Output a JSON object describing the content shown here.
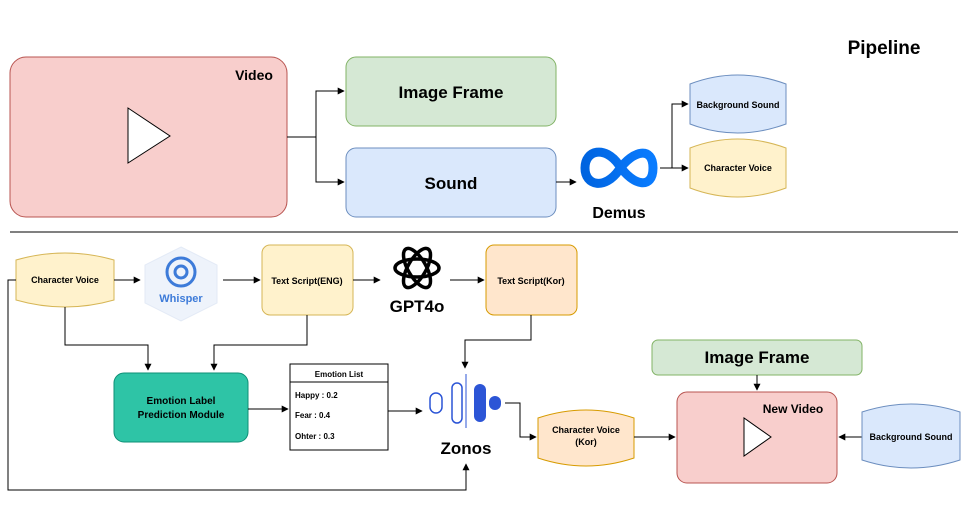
{
  "title": "Pipeline",
  "top": {
    "video_label": "Video",
    "image_frame": "Image Frame",
    "sound": "Sound",
    "demus": "Demus",
    "background_sound": "Background Sound",
    "character_voice": "Character Voice"
  },
  "bottom": {
    "character_voice": "Character Voice",
    "whisper": "Whisper",
    "text_script_eng": "Text Script(ENG)",
    "gpt4o": "GPT4o",
    "text_script_kor": "Text Script(Kor)",
    "emotion_module_line1": "Emotion Label",
    "emotion_module_line2": "Prediction Module",
    "emotion_list": {
      "title": "Emotion List",
      "items": [
        "Happy : 0.2",
        "Fear : 0.4",
        "Ohter : 0.3"
      ]
    },
    "zonos": "Zonos",
    "character_voice_kor_line1": "Character Voice",
    "character_voice_kor_line2": "(Kor)",
    "image_frame": "Image Frame",
    "new_video": "New Video",
    "background_sound": "Background Sound"
  },
  "colors": {
    "video_fill": "#f8cecc",
    "video_stroke": "#b85450",
    "image_frame_fill": "#d5e8d4",
    "image_frame_stroke": "#82b366",
    "sound_fill": "#dae8fc",
    "sound_stroke": "#6c8ebf",
    "voice_fill": "#fff2cc",
    "voice_stroke": "#d6b656",
    "text_kor_fill": "#ffe6cc",
    "text_kor_stroke": "#d79b00",
    "emotion_fill": "#2ec4a6",
    "emotion_stroke": "#0e8f76",
    "meta_blue": "#0668e1",
    "whisper_blue": "#3d7bd9",
    "zonos_blue": "#2c55d6"
  }
}
